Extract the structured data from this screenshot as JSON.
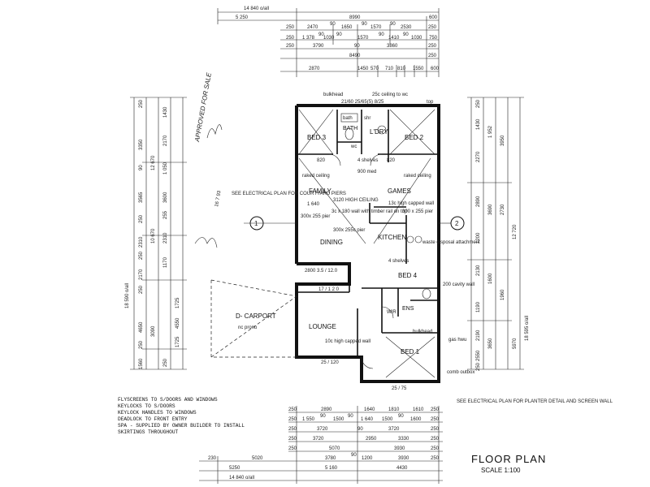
{
  "top_dims": {
    "overall": "14 840 o/all",
    "row1": [
      "5 250",
      "8990",
      "600"
    ],
    "row2": [
      "250",
      "2470",
      "90",
      "1650",
      "90",
      "1570",
      "90",
      "2530",
      "250"
    ],
    "row3": [
      "250",
      "1 378",
      "90",
      "1030",
      "90",
      "1570",
      "90",
      "1410",
      "90",
      "1030",
      "750"
    ],
    "row4": [
      "250",
      "3790",
      "90",
      "3860",
      "250"
    ],
    "row5": [
      "8490",
      "250"
    ],
    "row6": [
      "2870",
      "1450",
      "570",
      "710",
      "810",
      "1550",
      "600"
    ]
  },
  "rooms": {
    "bed3": "BED 3",
    "bath": "BATH",
    "ldry": "L'DRY",
    "bed2": "BED 2",
    "family": "FAMILY",
    "games": "GAMES",
    "dining": "DINING",
    "kitchen": "KITCHEN",
    "bed4": "BED 4",
    "lounge": "LOUNGE",
    "bed1": "BED 1",
    "ens": "ENS",
    "carport": "D- CARPORT",
    "wc": "wc",
    "wir": "WIR"
  },
  "annotations": {
    "bulkhead_top": "bulkhead",
    "ceiling_top": "25c ceiling to wc",
    "dims_top": "21/60  25/65(5)  8/25",
    "top_label": "top",
    "bath": "bath",
    "shower": "shr",
    "shelves_top": "4 shelves",
    "dim_820a": "820",
    "dim_820b": "820",
    "dim_900": "900 med",
    "raked_left": "raked ceiling",
    "raked_right": "raked ceiling",
    "high_ceiling": "3120 HIGH CEILING",
    "capped_wall": "13c high capped wall",
    "wall_note": "3c x 180 wall with timber rail on top",
    "pier_left": "300x 255 pier",
    "pier_mid": "300x 255c pier",
    "pier_right": "300 x 255 pier",
    "dim_1640": "1 640",
    "dishwasher": "waste disposal attachment",
    "shelves_mid": "4 shelves",
    "dims_mid": "2800   3.5 / 12.0",
    "dim_1712": "17 / 1 2 0",
    "cavity": "200 cavity wall",
    "capped_lounge": "10c high capped wall",
    "bulkhead_bed1": "bulkhead",
    "gas_hwu": "gas hwu",
    "comb": "comb outbox",
    "bottom_dim": "25 / 75",
    "carport_sub": "nc prono",
    "dims_lounge": "25 / 120",
    "elec_left": "SEE ELECTRICAL PLAN FOR COURTYARD PIERS",
    "date": "16 7 93",
    "elec_right": "SEE ELECTRICAL PLAN FOR PLANTER DETAIL AND SCREEN WALL",
    "handwritten_approved": "APPROVED FOR SALE",
    "marker_1": "1",
    "marker_2": "2"
  },
  "left_dims": {
    "overall": "18 590 o/all",
    "col_a": [
      "250",
      "3350",
      "90",
      "3565",
      "250",
      "2310",
      "250",
      "2170",
      "250",
      "4650",
      "250",
      "1560"
    ],
    "col_b": [
      "12 670",
      "10 670"
    ],
    "col_c": [
      "1430",
      "2170",
      "1 050",
      "3600",
      "255",
      "2310",
      "1170",
      "1725",
      "4550",
      "1725",
      "3090",
      "250"
    ]
  },
  "right_dims": {
    "overall": "18 595 o/all",
    "col_a": [
      "250",
      "1430",
      "2270",
      "2890",
      "1200",
      "2130",
      "1190",
      "2190",
      "2550",
      "250"
    ],
    "col_b": [
      "1 952",
      "3950",
      "3690",
      "2730",
      "1600",
      "1960",
      "3650",
      "5970"
    ],
    "col_c": [
      "12 720"
    ]
  },
  "bottom_dims": {
    "row1": [
      "250",
      "2890",
      "1640",
      "1810",
      "1610",
      "250"
    ],
    "row2": [
      "250",
      "1 550",
      "90",
      "1500",
      "90",
      "1 640",
      "1500",
      "90",
      "1600",
      "250"
    ],
    "row3": [
      "250",
      "3720",
      "90",
      "3720",
      "250"
    ],
    "row4": [
      "250",
      "3720",
      "2950",
      "3330",
      "250"
    ],
    "row5": [
      "250",
      "5070",
      "3930",
      "250"
    ],
    "row6": [
      "230",
      "5020",
      "3780",
      "90",
      "1200",
      "3930",
      "250"
    ],
    "row7": [
      "5250",
      "5 160",
      "4430"
    ],
    "overall": "14 840 o/all"
  },
  "notes": [
    "FLYSCREENS TO S/DOORS AND WINDOWS",
    "KEYLOCKS TO S/DOORS",
    "KEYLOCK HANDLES TO WINDOWS",
    "DEADLOCK TO FRONT ENTRY",
    "SPA - SUPPLIED BY OWNER BUILDER TO INSTALL",
    "SKIRTINGS THROUGHOUT"
  ],
  "title": "FLOOR PLAN",
  "scale": "SCALE 1:100"
}
